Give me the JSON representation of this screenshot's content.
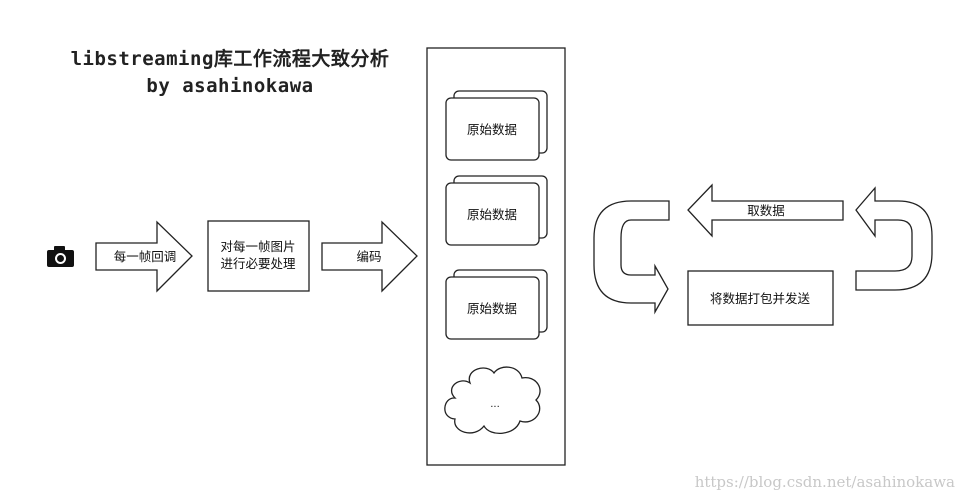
{
  "title": {
    "line1": "libstreaming库工作流程大致分析",
    "line2": "by asahinokawa"
  },
  "icon": "camera-icon",
  "arrows": {
    "callback": "每一帧回调",
    "encode": "编码",
    "fetch": "取数据"
  },
  "process_box": {
    "line1": "对每一帧图片",
    "line2": "进行必要处理"
  },
  "buffer_items": [
    "原始数据",
    "原始数据",
    "原始数据"
  ],
  "cloud_label": "...",
  "send_box": "将数据打包并发送",
  "watermark": "https://blog.csdn.net/asahinokawa",
  "colors": {
    "stroke": "#222222",
    "fill": "#ffffff"
  }
}
